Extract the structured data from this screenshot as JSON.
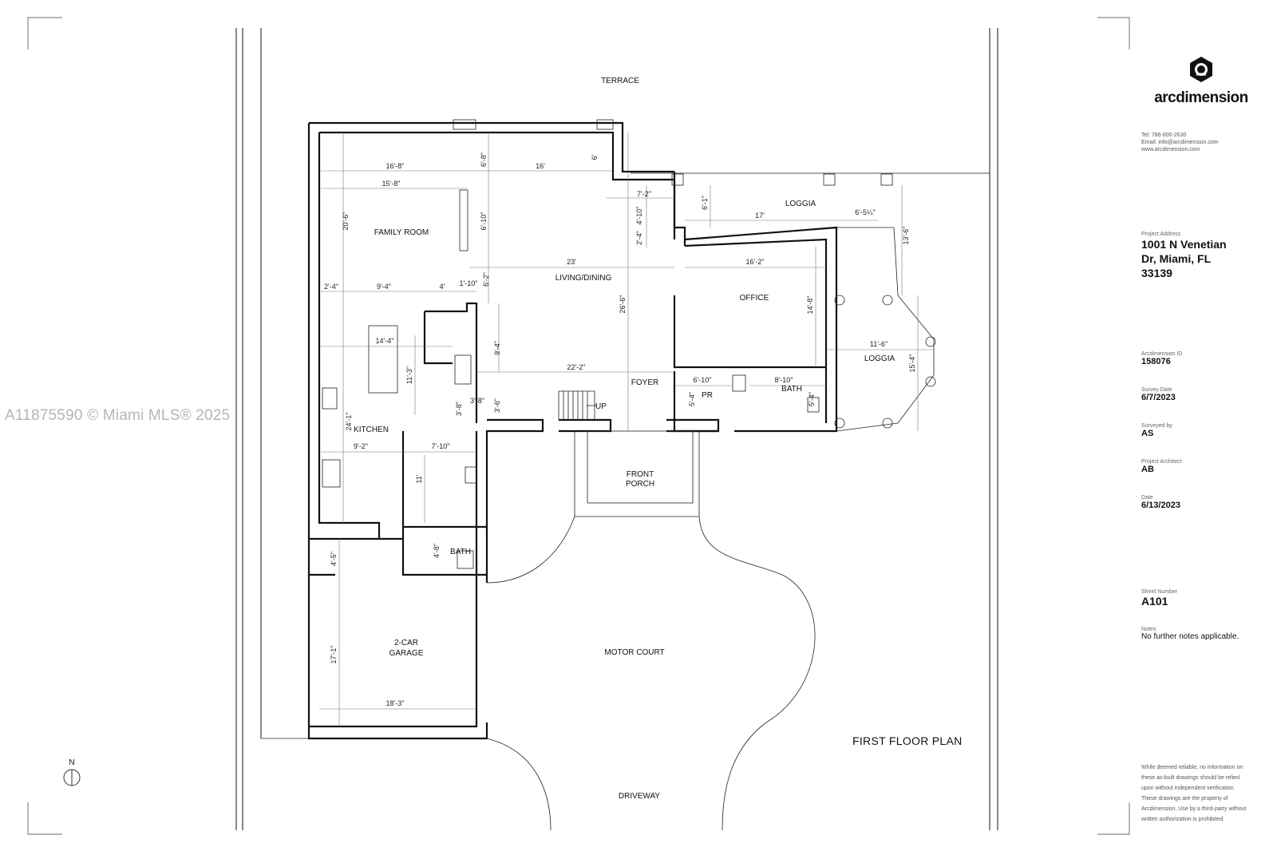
{
  "rooms": {
    "terrace": "TERRACE",
    "family_room": "FAMILY ROOM",
    "living_dining": "LIVING/DINING",
    "loggia_top": "LOGGIA",
    "office": "OFFICE",
    "loggia_right": "LOGGIA",
    "kitchen": "KITCHEN",
    "foyer": "FOYER",
    "pr": "PR",
    "bath_right": "BATH",
    "bath_left": "BATH",
    "front_porch_1": "FRONT",
    "front_porch_2": "PORCH",
    "garage_1": "2-CAR",
    "garage_2": "GARAGE",
    "motor_court": "MOTOR COURT",
    "driveway": "DRIVEWAY",
    "stair_up": "UP"
  },
  "dimensions": {
    "d1": "16'-8\"",
    "d2": "16'",
    "d3": "6'-8\"",
    "d4": "6'",
    "d5": "15'-8\"",
    "d6": "20'-6\"",
    "d7": "6'-10\"",
    "d8": "7'-2\"",
    "d9": "4'-10\"",
    "d10": "2'-4\"",
    "d11": "6'-1\"",
    "d12": "17'",
    "d13": "6'-5¼\"",
    "d14": "13'-6\"",
    "d15": "23'",
    "d16": "16'-2\"",
    "d17": "2'-4\"",
    "d18": "9'-4\"",
    "d19": "4'",
    "d20": "1'-10\"",
    "d21": "6'-2\"",
    "d22": "14'-4\"",
    "d23": "9'-4\"",
    "d24": "26'-6\"",
    "d25": "14'-8\"",
    "d26": "11'-6\"",
    "d27": "15'-4\"",
    "d28": "11'-3\"",
    "d29": "22'-2\"",
    "d30": "6'-10\"",
    "d31": "8'-10\"",
    "d32": "5'-4\"",
    "d33": "5'-4\"",
    "d34": "3'-8\"",
    "d35": "3'-6\"",
    "d36": "3'-8\"",
    "d37": "24'-1\"",
    "d38": "9'-2\"",
    "d39": "7'-10\"",
    "d40": "11'",
    "d41": "4'-5\"",
    "d42": "4'-8\"",
    "d43": "17'-1\"",
    "d44": "18'-3\""
  },
  "title_block": {
    "logo_text": "arcdimension",
    "tel": "Tel: 786-800-2630",
    "email": "Email: info@arcdimension.com",
    "web": "www.arcdimension.com",
    "address_label": "Project Address",
    "address_1": "1001 N Venetian",
    "address_2": "Dr, Miami, FL",
    "address_3": "33139",
    "id_label": "Arcdimension ID",
    "id_value": "158076",
    "survey_date_label": "Survey Date",
    "survey_date_value": "6/7/2023",
    "surveyed_by_label": "Surveyed by",
    "surveyed_by_value": "AS",
    "architect_label": "Project Architect",
    "architect_value": "AB",
    "date_label": "Date",
    "date_value": "6/13/2023",
    "sheet_label": "Sheet Number",
    "sheet_value": "A101",
    "notes_label": "Notes",
    "notes_value": "No further notes applicable.",
    "disclaimer": "While deemed reliable, no information on these as-built drawings should be relied upon without independent verification. These drawings are the property of Arcdimension. Use by a third-party without written authorization is prohibited."
  },
  "sheet_title": "FIRST FLOOR PLAN",
  "north_label": "N",
  "watermark": "A11875590 © Miami MLS® 2025"
}
